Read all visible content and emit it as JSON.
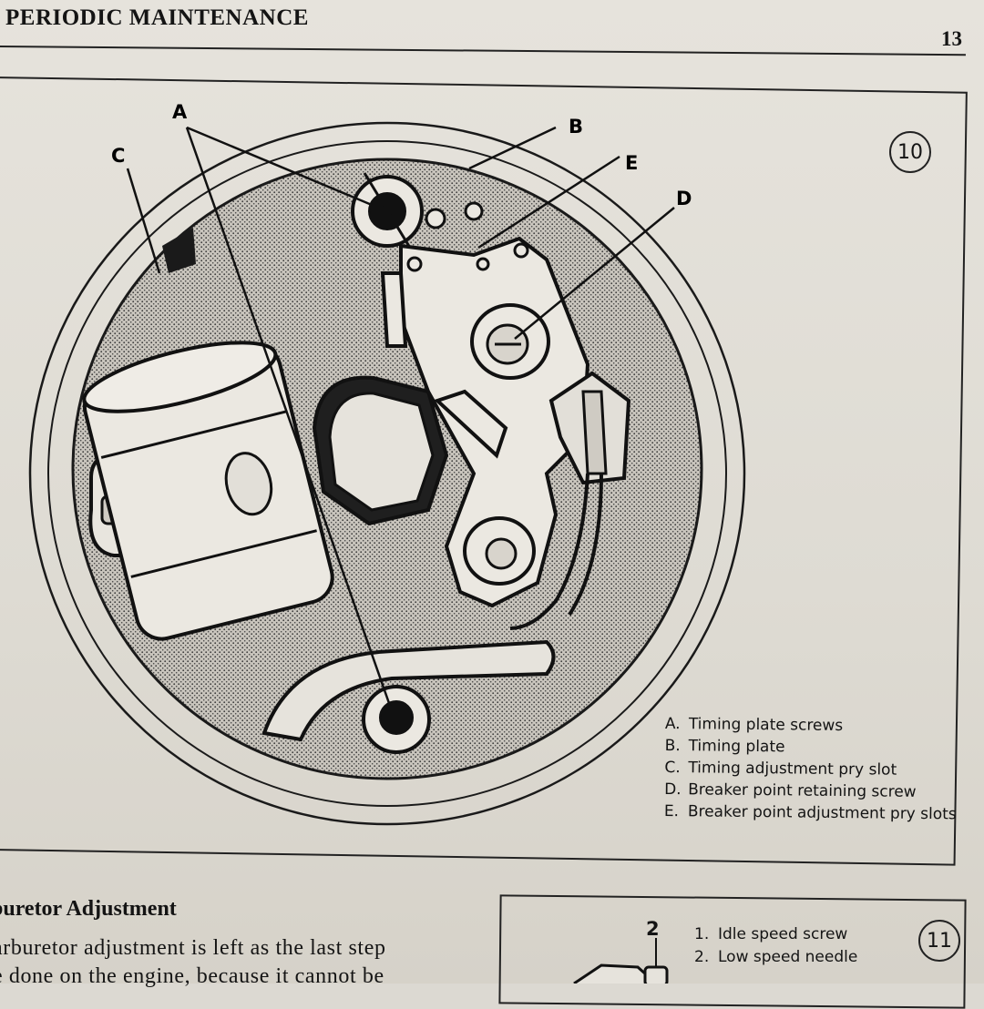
{
  "header": {
    "running_head": "PERIODIC MAINTENANCE",
    "page_number": "13"
  },
  "figure10": {
    "number": "10",
    "callouts": [
      "A",
      "B",
      "C",
      "D",
      "E"
    ],
    "legend": [
      {
        "key": "A.",
        "text": "Timing plate screws"
      },
      {
        "key": "B.",
        "text": "Timing plate"
      },
      {
        "key": "C.",
        "text": "Timing adjustment pry slot"
      },
      {
        "key": "D.",
        "text": "Breaker point retaining screw"
      },
      {
        "key": "E.",
        "text": "Breaker point adjustment pry slots"
      }
    ]
  },
  "section": {
    "heading": "buretor Adjustment",
    "body_lines": [
      "arburetor adjustment is left as the last step",
      "e done on the engine, because it cannot be"
    ]
  },
  "figure11": {
    "number": "11",
    "callout": "2",
    "legend": [
      {
        "key": "1.",
        "text": "Idle speed screw"
      },
      {
        "key": "2.",
        "text": "Low speed needle"
      }
    ]
  }
}
